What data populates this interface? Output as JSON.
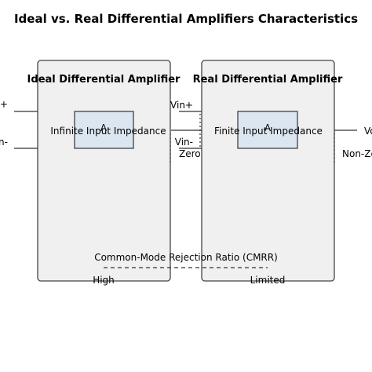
{
  "title": "Ideal vs. Real Differential Amplifiers Characteristics",
  "ideal": {
    "title": "Ideal Differential Amplifier",
    "amp_label": "A",
    "impedance": "Infinite Input Impedance",
    "vin_plus": "Vin+",
    "vin_minus": "Vin-",
    "cmrr_value": "High"
  },
  "real": {
    "title": "Real Differential Amplifier",
    "amp_label": "A",
    "impedance": "Finite Input Impedance",
    "vin_plus": "Vin+",
    "vin_minus": "Vin-",
    "zero_label": "Zero",
    "vout_label": "Vo",
    "nonzero_label": "Non-Ze",
    "cmrr_value": "Limited"
  },
  "cmrr_label": "Common-Mode Rejection Ratio (CMRR)",
  "colors": {
    "panel_fill": "#f0f0f0",
    "amp_fill": "#dce6f1",
    "stroke": "#333333"
  }
}
